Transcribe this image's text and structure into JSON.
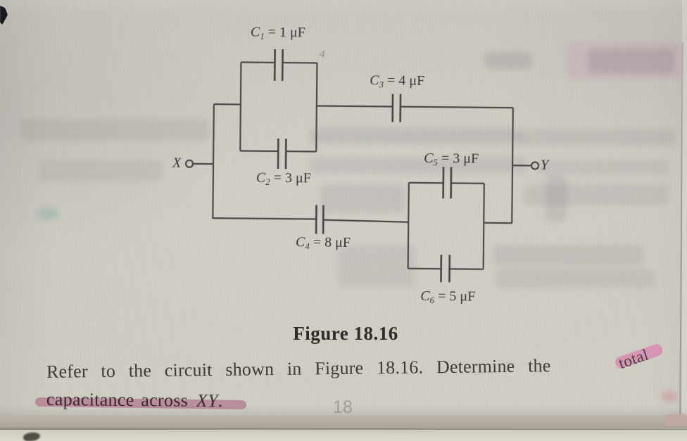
{
  "figure": {
    "caption": "Figure 18.16",
    "terminal_x": "X",
    "terminal_y": "Y",
    "pencil_mark": "4",
    "capacitors": [
      {
        "name": "C1",
        "sym": "C",
        "sub": "1",
        "value": "= 1 μF"
      },
      {
        "name": "C2",
        "sym": "C",
        "sub": "2",
        "value": "= 3 μF"
      },
      {
        "name": "C3",
        "sym": "C",
        "sub": "3",
        "value": "= 4 μF"
      },
      {
        "name": "C4",
        "sym": "C",
        "sub": "4",
        "value": "= 8 μF"
      },
      {
        "name": "C5",
        "sym": "C",
        "sub": "5",
        "value": "= 3 μF"
      },
      {
        "name": "C6",
        "sym": "C",
        "sub": "6",
        "value": "= 5 μF"
      }
    ]
  },
  "text": {
    "line1": "Refer to the circuit shown in Figure 18.16. Determine the",
    "highlighted_word": "total",
    "line2_normal": "capacitance across",
    "line2_italic": "XY",
    "line2_end": ".",
    "page_number": "18"
  },
  "colors": {
    "paper": "#cbc8c0",
    "ink": "#3a3a3a",
    "circuit_line": "#4a4a48",
    "highlight_pink": "#d583ac",
    "page_number_gray": "#a3a098"
  }
}
